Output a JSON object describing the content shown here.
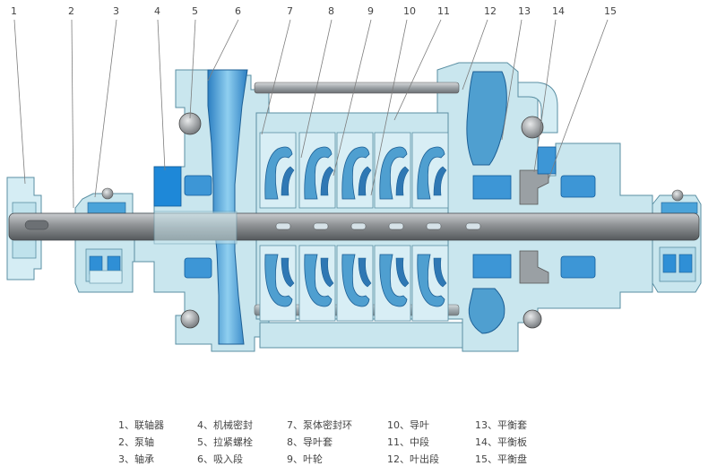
{
  "callouts": [
    "1",
    "2",
    "3",
    "4",
    "5",
    "6",
    "7",
    "8",
    "9",
    "10",
    "11",
    "12",
    "13",
    "14",
    "15"
  ],
  "legend": [
    {
      "num": "1、",
      "label": "联轴器"
    },
    {
      "num": "2、",
      "label": "泵轴"
    },
    {
      "num": "3、",
      "label": "轴承"
    },
    {
      "num": "4、",
      "label": "机械密封"
    },
    {
      "num": "5、",
      "label": "拉紧螺栓"
    },
    {
      "num": "6、",
      "label": "吸入段"
    },
    {
      "num": "7、",
      "label": "泵体密封环"
    },
    {
      "num": "8、",
      "label": "导叶套"
    },
    {
      "num": "9、",
      "label": "叶轮"
    },
    {
      "num": "10、",
      "label": "导叶"
    },
    {
      "num": "11、",
      "label": "中段"
    },
    {
      "num": "12、",
      "label": "叶出段"
    },
    {
      "num": "13、",
      "label": "平衡套"
    },
    {
      "num": "14、",
      "label": "平衡板"
    },
    {
      "num": "15、",
      "label": "平衡盘"
    }
  ],
  "colors": {
    "casing": "#c9e6ee",
    "casing_stroke": "#5a8fa3",
    "channel": "#4f9fd0",
    "channel_dark": "#2f78b4",
    "shaft": "#8a8d90",
    "bolt": "#9aa0a4",
    "accent_blue": "#1e88d8",
    "leader": "#7d7d7d"
  }
}
